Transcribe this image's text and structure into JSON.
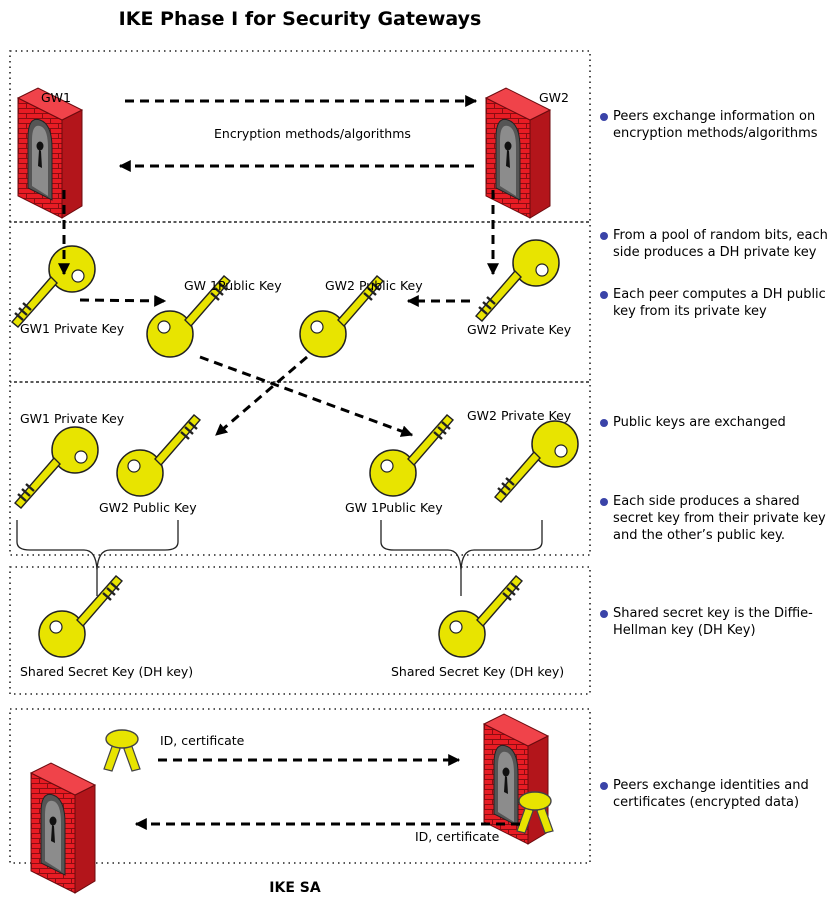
{
  "title": "IKE Phase I for Security  Gateways",
  "footer": "IKE SA",
  "section1": {
    "gw1": "GW1",
    "gw2": "GW2",
    "arrow_label": "Encryption methods/algorithms"
  },
  "section2": {
    "gw1_private": "GW1 Private Key",
    "gw1_public": "GW 1Public Key",
    "gw2_public": "GW2 Public Key",
    "gw2_private": "GW2 Private Key"
  },
  "section3": {
    "gw1_private": "GW1 Private Key",
    "gw2_public": "GW2 Public Key",
    "gw1_public": "GW 1Public Key",
    "gw2_private": "GW2 Private Key"
  },
  "section4": {
    "left_shared": "Shared Secret Key (DH key)",
    "right_shared": "Shared Secret Key (DH key)"
  },
  "section5": {
    "top_arrow": "ID, certificate",
    "bottom_arrow": "ID, certificate"
  },
  "notes": [
    "Peers exchange information on encryption methods/algorithms",
    "From a pool of random bits, each side produces a DH private key",
    "Each peer computes a DH public key from its private key",
    "Public keys are exchanged",
    "Each side produces a shared secret key from their private key and the other’s public key.",
    "Shared secret key is the Diffie-Hellman key (DH Key)",
    "Peers exchange identities and certificates (encrypted data)"
  ],
  "colors": {
    "key_fill": "#e8e400",
    "wall": "#e81c24",
    "bullet": "#3a43a8"
  }
}
